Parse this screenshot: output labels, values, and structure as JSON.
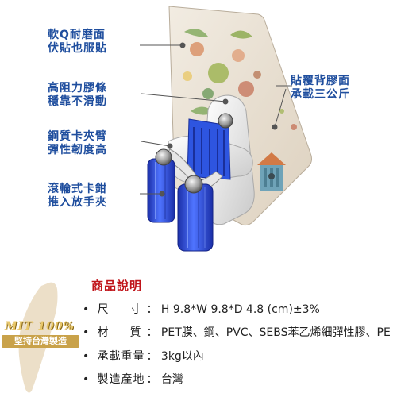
{
  "callouts": {
    "soft_surface": [
      "軟Q耐磨面",
      "伏貼也服貼"
    ],
    "high_resistance_strip": [
      "高阻力膠條",
      "穩靠不滑動"
    ],
    "steel_clip_arm": [
      "鋼質卡夾臂",
      "彈性韌度高"
    ],
    "roller_clamp": [
      "滾輪式卡鉗",
      "推入放手夾"
    ],
    "adhesive_back": [
      "貼覆背膠面",
      "承載三公斤"
    ]
  },
  "spec": {
    "title": "商品說明",
    "rows": [
      {
        "bullet": "•",
        "label": "尺寸",
        "value": "H 9.8*W 9.8*D 4.8 (cm)±3%"
      },
      {
        "bullet": "•",
        "label": "材質",
        "value": "PET膜、鋼、PVC、SEBS苯乙烯細彈性膠、PE"
      },
      {
        "bullet": "•",
        "label": "承載重量",
        "value": "3kg以內"
      },
      {
        "bullet": "•",
        "label": "製造產地",
        "value": "台灣"
      }
    ]
  },
  "badge": {
    "mit": "MIT 100%",
    "tagline": "堅持台灣製造"
  },
  "colors": {
    "callout_text": "#1f4e9e",
    "spec_title": "#c0141a",
    "badge_gold": "#c9a24a",
    "pad_beige": "#e9dfd0",
    "clip_blue": "#2a4fd6"
  }
}
